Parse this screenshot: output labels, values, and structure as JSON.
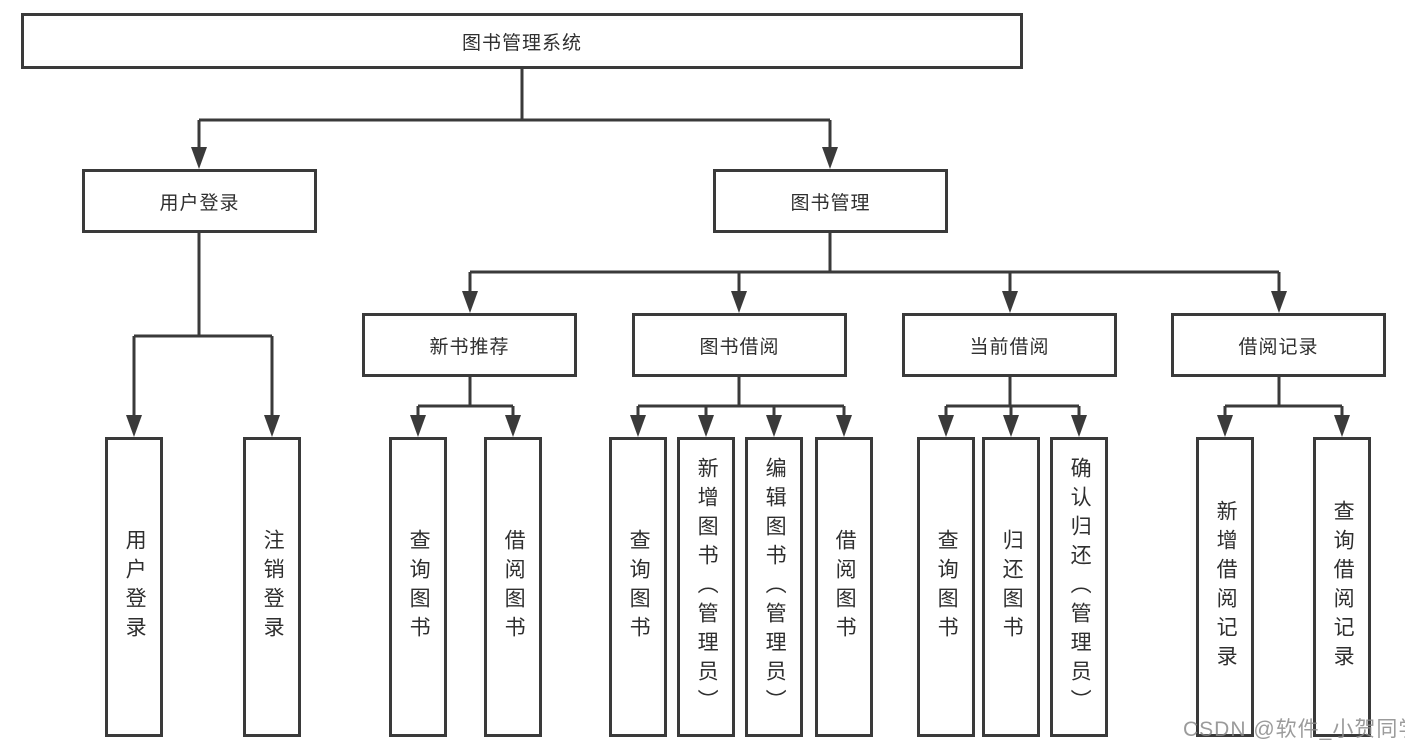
{
  "diagram": {
    "root": {
      "label": "图书管理系统"
    },
    "branches": [
      {
        "label": "用户登录",
        "leaves": [
          {
            "label": "用户登录"
          },
          {
            "label": "注销登录"
          }
        ]
      },
      {
        "label": "图书管理",
        "groups": [
          {
            "label": "新书推荐",
            "leaves": [
              {
                "label": "查询图书"
              },
              {
                "label": "借阅图书"
              }
            ]
          },
          {
            "label": "图书借阅",
            "leaves": [
              {
                "label": "查询图书"
              },
              {
                "label": "新增图书（管理员）"
              },
              {
                "label": "编辑图书（管理员）"
              },
              {
                "label": "借阅图书"
              }
            ]
          },
          {
            "label": "当前借阅",
            "leaves": [
              {
                "label": "查询图书"
              },
              {
                "label": "归还图书"
              },
              {
                "label": "确认归还（管理员）"
              }
            ]
          },
          {
            "label": "借阅记录",
            "leaves": [
              {
                "label": "新增借阅记录"
              },
              {
                "label": "查询借阅记录"
              }
            ]
          }
        ]
      }
    ],
    "watermark": "CSDN @软件_小贺同学",
    "colors": {
      "line": "#3a3a3a",
      "text": "#2f2f2f",
      "watermark": "#8a8a8a",
      "background": "#ffffff"
    }
  }
}
